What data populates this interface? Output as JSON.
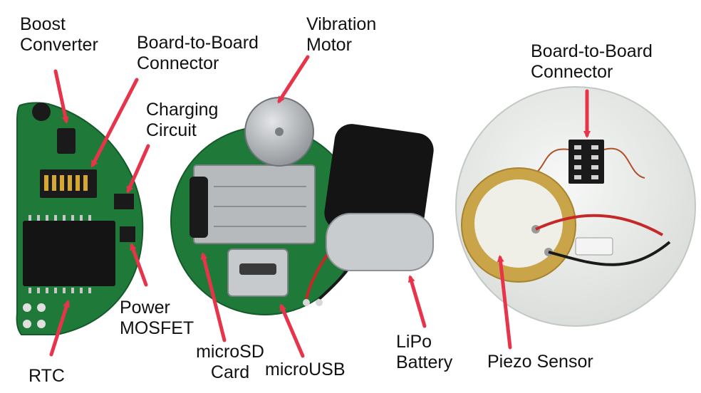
{
  "colors": {
    "arrow": "#e8344a",
    "pcb_green": "#1f7a3a",
    "pcb_dark": "#145a2a",
    "chip": "#1a1a1a",
    "metal": "#b9bcbf",
    "tape": "#111111",
    "foam_white": "#eef0ee",
    "brass": "#c9a449",
    "wire_red": "#c62828"
  },
  "labels": {
    "boost_converter": "Boost\nConverter",
    "board_to_board_left": "Board-to-Board\nConnector",
    "charging_circuit": "Charging\nCircuit",
    "power_mosfet": "Power\nMOSFET",
    "rtc": "RTC",
    "vibration_motor": "Vibration\nMotor",
    "microsd_card": "microSD\nCard",
    "microusb": "microUSB",
    "lipo_battery": "LiPo\nBattery",
    "board_to_board_right": "Board-to-Board\nConnector",
    "piezo_sensor": "Piezo Sensor"
  }
}
